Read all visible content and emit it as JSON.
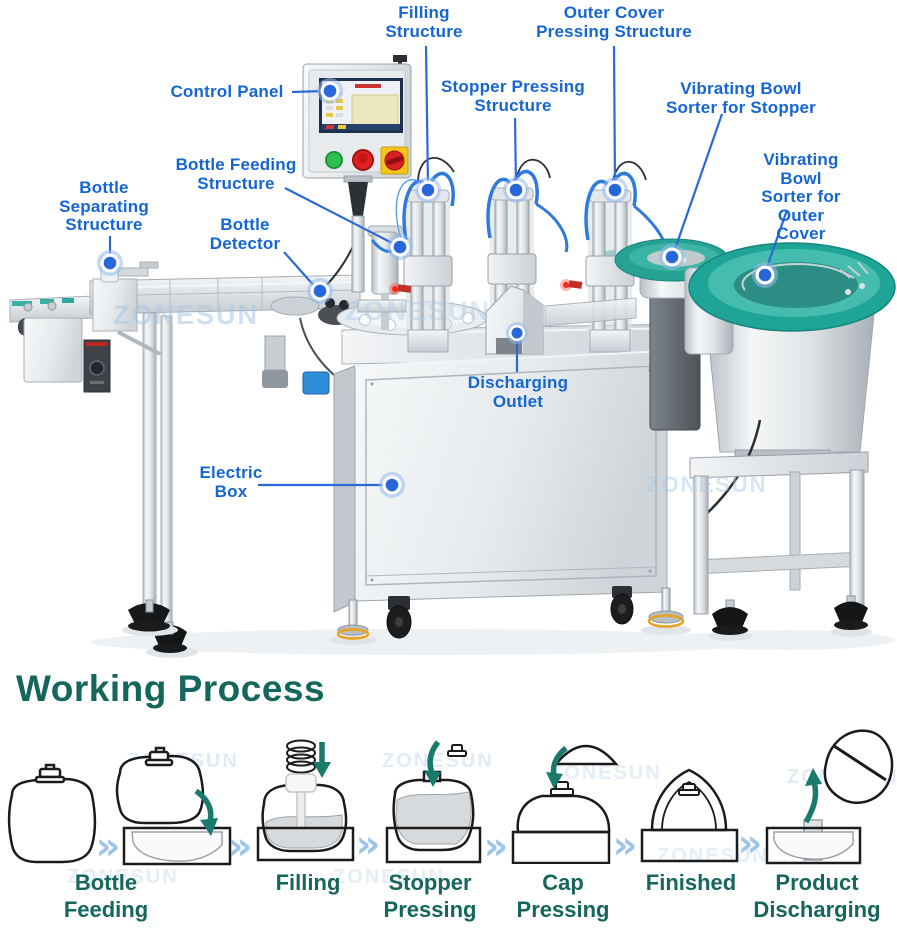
{
  "brand_watermark": "ZONESUN",
  "machine_diagram": {
    "callouts": {
      "filling_structure": "Filling\nStructure",
      "outer_cover_pressing": "Outer Cover\nPressing Structure",
      "control_panel": "Control Panel",
      "stopper_pressing": "Stopper Pressing\nStructure",
      "vibrating_bowl_stopper": "Vibrating Bowl\nSorter for Stopper",
      "vibrating_bowl_outer_cover": "Vibrating Bowl\nSorter for Outer\nCover",
      "bottle_feeding": "Bottle Feeding\nStructure",
      "bottle_separating": "Bottle\nSeparating\nStructure",
      "bottle_detector": "Bottle\nDetector",
      "discharging_outlet": "Discharging\nOutlet",
      "electric_box": "Electric\nBox"
    }
  },
  "process": {
    "title": "Working Process",
    "separator": "»",
    "steps": [
      {
        "name": "bottle-feeding",
        "label": "Bottle\nFeeding"
      },
      {
        "name": "filling",
        "label": "Filling"
      },
      {
        "name": "stopper-pressing",
        "label": "Stopper\nPressing"
      },
      {
        "name": "cap-pressing",
        "label": "Cap\nPressing"
      },
      {
        "name": "finished",
        "label": "Finished"
      },
      {
        "name": "product-discharging",
        "label": "Product\nDischarging"
      }
    ]
  },
  "colors": {
    "callout_blue": "#1566d4",
    "process_teal": "#15665c",
    "arrow_teal": "#1b7a6e",
    "chevron_blue": "#9cc4e8",
    "bowl_teal": "#21a496",
    "tube_blue": "#2e7ade",
    "watermark_blue": "#a8c8e8",
    "emergency_red": "#e01f1f",
    "start_green": "#2ec04e"
  }
}
